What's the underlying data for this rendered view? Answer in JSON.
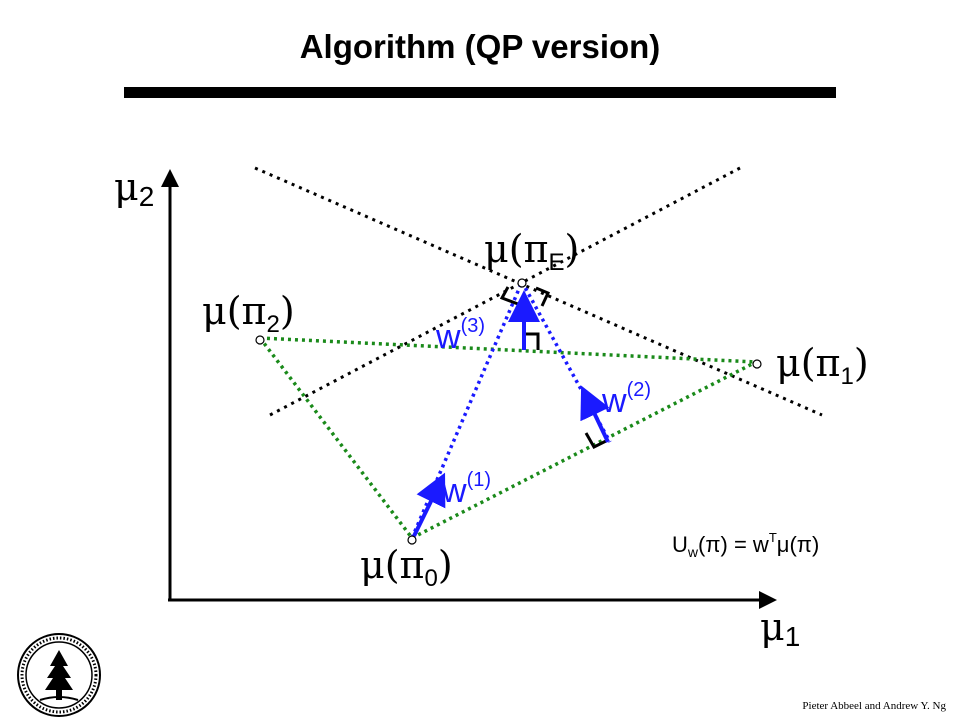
{
  "slide": {
    "title": "Algorithm (QP version)",
    "footer": "Pieter Abbeel and Andrew Y. Ng"
  },
  "axes": {
    "x_label_sym": "μ",
    "x_label_sub": "1",
    "y_label_sym": "μ",
    "y_label_sub": "2"
  },
  "points": {
    "pi0": {
      "pre": "μ(π",
      "sub": "0",
      "post": ")"
    },
    "pi1": {
      "pre": "μ(π",
      "sub": "1",
      "post": ")"
    },
    "pi2": {
      "pre": "μ(π",
      "sub": "2",
      "post": ")"
    },
    "piE": {
      "pre": "μ(π",
      "sub": "E",
      "post": ")"
    }
  },
  "weights": {
    "w1": {
      "base": "w",
      "sup": "(1)"
    },
    "w2": {
      "base": "w",
      "sup": "(2)"
    },
    "w3": {
      "base": "w",
      "sup": "(3)"
    }
  },
  "formula": {
    "u": "U",
    "u_sub": "w",
    "mid": "(π) = w",
    "t_sup": "T",
    "end": "μ(π)"
  },
  "colors": {
    "green": "#1a8a1a",
    "blue": "#1a1aff",
    "black": "#000000"
  }
}
